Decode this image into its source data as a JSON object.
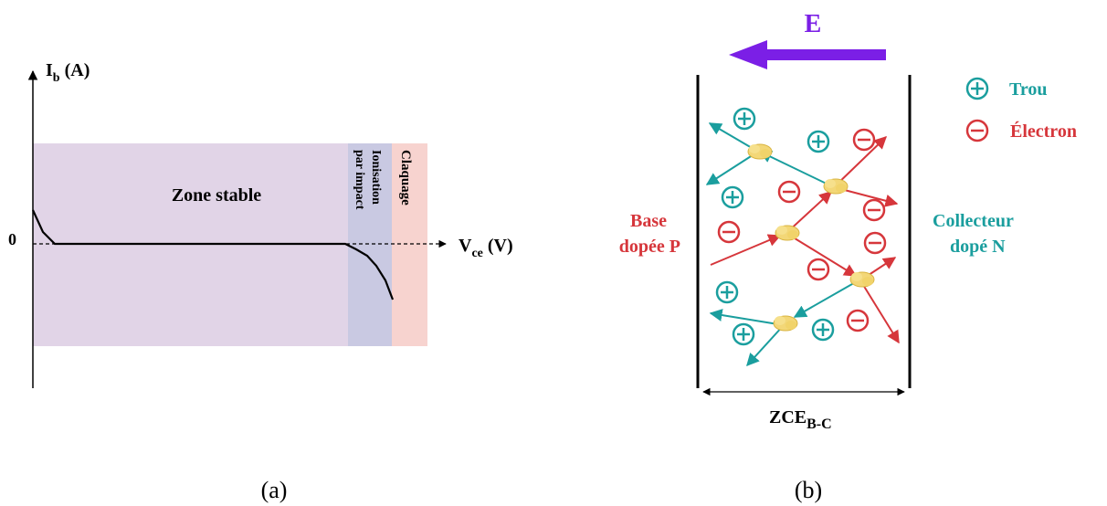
{
  "colors": {
    "stable_zone": "#e1d4e7",
    "ionisation_zone": "#c9c9e2",
    "breakdown_zone": "#f7d3cf",
    "field_arrow": "#7b1fe6",
    "hole": "#1a9e9e",
    "electron": "#d6363b",
    "collision": "#f3d777"
  },
  "panel_a": {
    "y_axis_label": {
      "main": "I",
      "sub": "b",
      "unit": " (A)"
    },
    "x_axis_label": {
      "main": "V",
      "sub": "ce",
      "unit": " (V)"
    },
    "zero_label": "0",
    "zone_stable": "Zone stable",
    "zone_ionisation_line1": "Ionisation",
    "zone_ionisation_line2": "par impact",
    "zone_breakdown": "Claquage",
    "caption": "(a)"
  },
  "panel_b": {
    "field_label": "E",
    "legend_hole": "Trou",
    "legend_electron": "Électron",
    "base_line1": "Base",
    "base_line2": "dopée P",
    "collector_line1": "Collecteur",
    "collector_line2": "dopé N",
    "zce_main": "ZCE",
    "zce_sub": "B-C",
    "caption": "(b)"
  }
}
